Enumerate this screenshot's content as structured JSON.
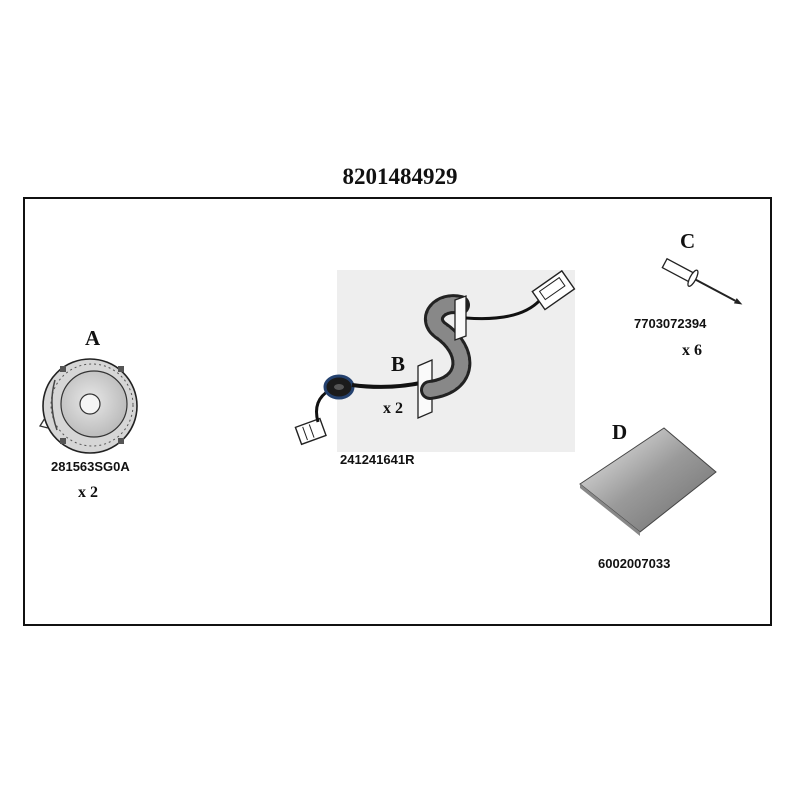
{
  "kit": {
    "part_number": "8201484929"
  },
  "parts": {
    "a": {
      "letter": "A",
      "part_number": "281563SG0A",
      "qty": "x 2",
      "icon": "speaker-icon"
    },
    "b": {
      "letter": "B",
      "part_number": "241241641R",
      "qty": "x 2",
      "icon": "wiring-harness-icon"
    },
    "c": {
      "letter": "C",
      "part_number": "7703072394",
      "qty": "x 6",
      "icon": "rivet-icon"
    },
    "d": {
      "letter": "D",
      "part_number": "6002007033",
      "icon": "foam-pad-icon"
    }
  }
}
